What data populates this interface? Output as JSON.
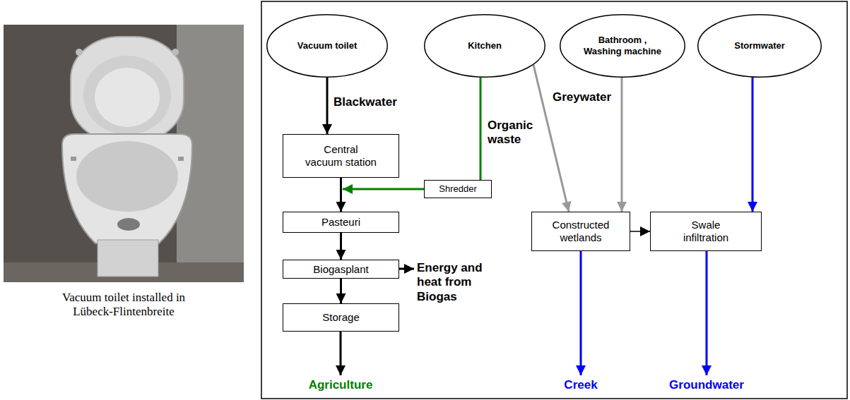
{
  "diagram": {
    "caption": "Vacuum toilet installed in Lübeck-Flintenbreite",
    "nodes": [
      {
        "text": [
          "Vacuum toilet"
        ]
      },
      {
        "text": [
          "Kitchen"
        ]
      },
      {
        "text": [
          "Bathroom , Washing machine"
        ]
      },
      {
        "text": [
          "Stormwater"
        ]
      },
      {
        "text": [
          "Central vacuum station"
        ]
      },
      {
        "text": [
          "Shredder"
        ]
      },
      {
        "text": [
          "Pasteuri"
        ]
      },
      {
        "text": [
          "Biogasplant"
        ]
      },
      {
        "text": [
          "Storage"
        ]
      },
      {
        "text": [
          "Constructed wetlands"
        ]
      },
      {
        "text": [
          "Swale infiltration"
        ]
      }
    ],
    "edges": [
      {
        "from": 0,
        "to": 4,
        "arrow": "to",
        "label": "Blackwater"
      },
      {
        "from": 1,
        "to": 5,
        "arrow": "none",
        "label": "Organic waste"
      },
      {
        "from": 5,
        "to": 6,
        "arrow": "to"
      },
      {
        "from": 4,
        "to": 6,
        "arrow": "to"
      },
      {
        "from": 6,
        "to": 7,
        "arrow": "to"
      },
      {
        "from": 7,
        "to": 8,
        "arrow": "to"
      },
      {
        "from": 1,
        "to": 9,
        "arrow": "to"
      },
      {
        "from": 2,
        "to": 9,
        "arrow": "to",
        "label": "Greywater"
      },
      {
        "from": 9,
        "to": 10,
        "arrow": "to"
      },
      {
        "from": 3,
        "to": 10,
        "arrow": "to"
      }
    ],
    "labels": [
      "Energy and heat from Biogas",
      "Agriculture",
      "Creek",
      "Groundwater"
    ]
  }
}
